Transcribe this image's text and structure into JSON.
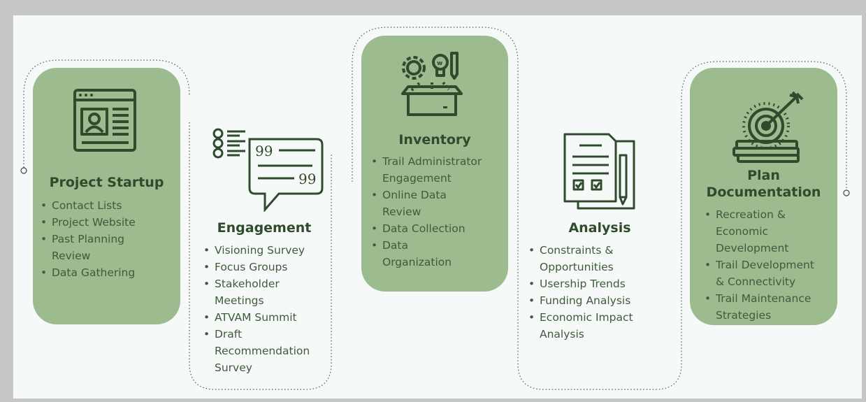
{
  "colors": {
    "card_fill": "#9cbb8f",
    "icon_dark": "#2f4a2c",
    "text": "#3f5a3c",
    "background": "#f5faf9",
    "border": "#c6c6c6"
  },
  "steps": [
    {
      "title": "Project Startup",
      "items": [
        "Contact Lists",
        "Project Website",
        "Past Planning\nReview",
        "Data Gathering"
      ],
      "icon": "profile-webpage-icon"
    },
    {
      "title": "Engagement",
      "items": [
        "Visioning Survey",
        "Focus Groups",
        "Stakeholder\nMeetings",
        "ATVAM Summit",
        "Draft\nRecommendation\nSurvey"
      ],
      "icon": "feedback-speech-bubble-icon"
    },
    {
      "title": "Inventory",
      "items": [
        "Trail Administrator\nEngagement",
        "Online Data\nReview",
        "Data Collection",
        "Data\nOrganization"
      ],
      "icon": "ideas-box-icon"
    },
    {
      "title": "Analysis",
      "items": [
        "Constraints &\nOpportunities",
        "Usership Trends",
        "Funding Analysis",
        "Economic Impact\nAnalysis"
      ],
      "icon": "checklist-document-icon"
    },
    {
      "title": "Plan\nDocumentation",
      "items": [
        "Recreation &\nEconomic\nDevelopment",
        "Trail Development\n& Connectivity",
        "Trail Maintenance\nStrategies"
      ],
      "icon": "target-books-icon"
    }
  ]
}
